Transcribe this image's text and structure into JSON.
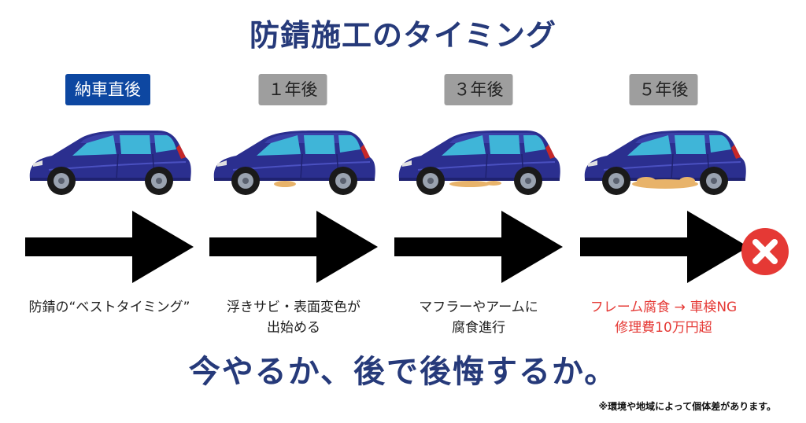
{
  "title": "防錆施工のタイミング",
  "headline": "今やるか、後で後悔するか。",
  "footnote": "※環境や地域によって個体差があります。",
  "stages": [
    {
      "badge": "納車直後",
      "caption_line1": "防錆の“ベストタイミング”",
      "caption_line2": "",
      "rust_level": 0
    },
    {
      "badge": "１年後",
      "caption_line1": "浮きサビ・表面変色が",
      "caption_line2": "出始める",
      "rust_level": 1
    },
    {
      "badge": "３年後",
      "caption_line1": "マフラーやアームに",
      "caption_line2": "腐食進行",
      "rust_level": 2
    },
    {
      "badge": "５年後",
      "caption_line1": "フレーム腐食 → 車検NG",
      "caption_line2": "修理費10万円超",
      "rust_level": 3
    }
  ],
  "colors": {
    "title": "#263a7a",
    "badge_active": "#0d47a1",
    "badge_inactive": "#9e9e9e",
    "car_body": "#2b2f8f",
    "rust": "#e8b36a",
    "warning_red": "#e53935"
  },
  "icons": {
    "arrow": "arrow-right-icon",
    "end_mark": "x-circle-icon"
  }
}
